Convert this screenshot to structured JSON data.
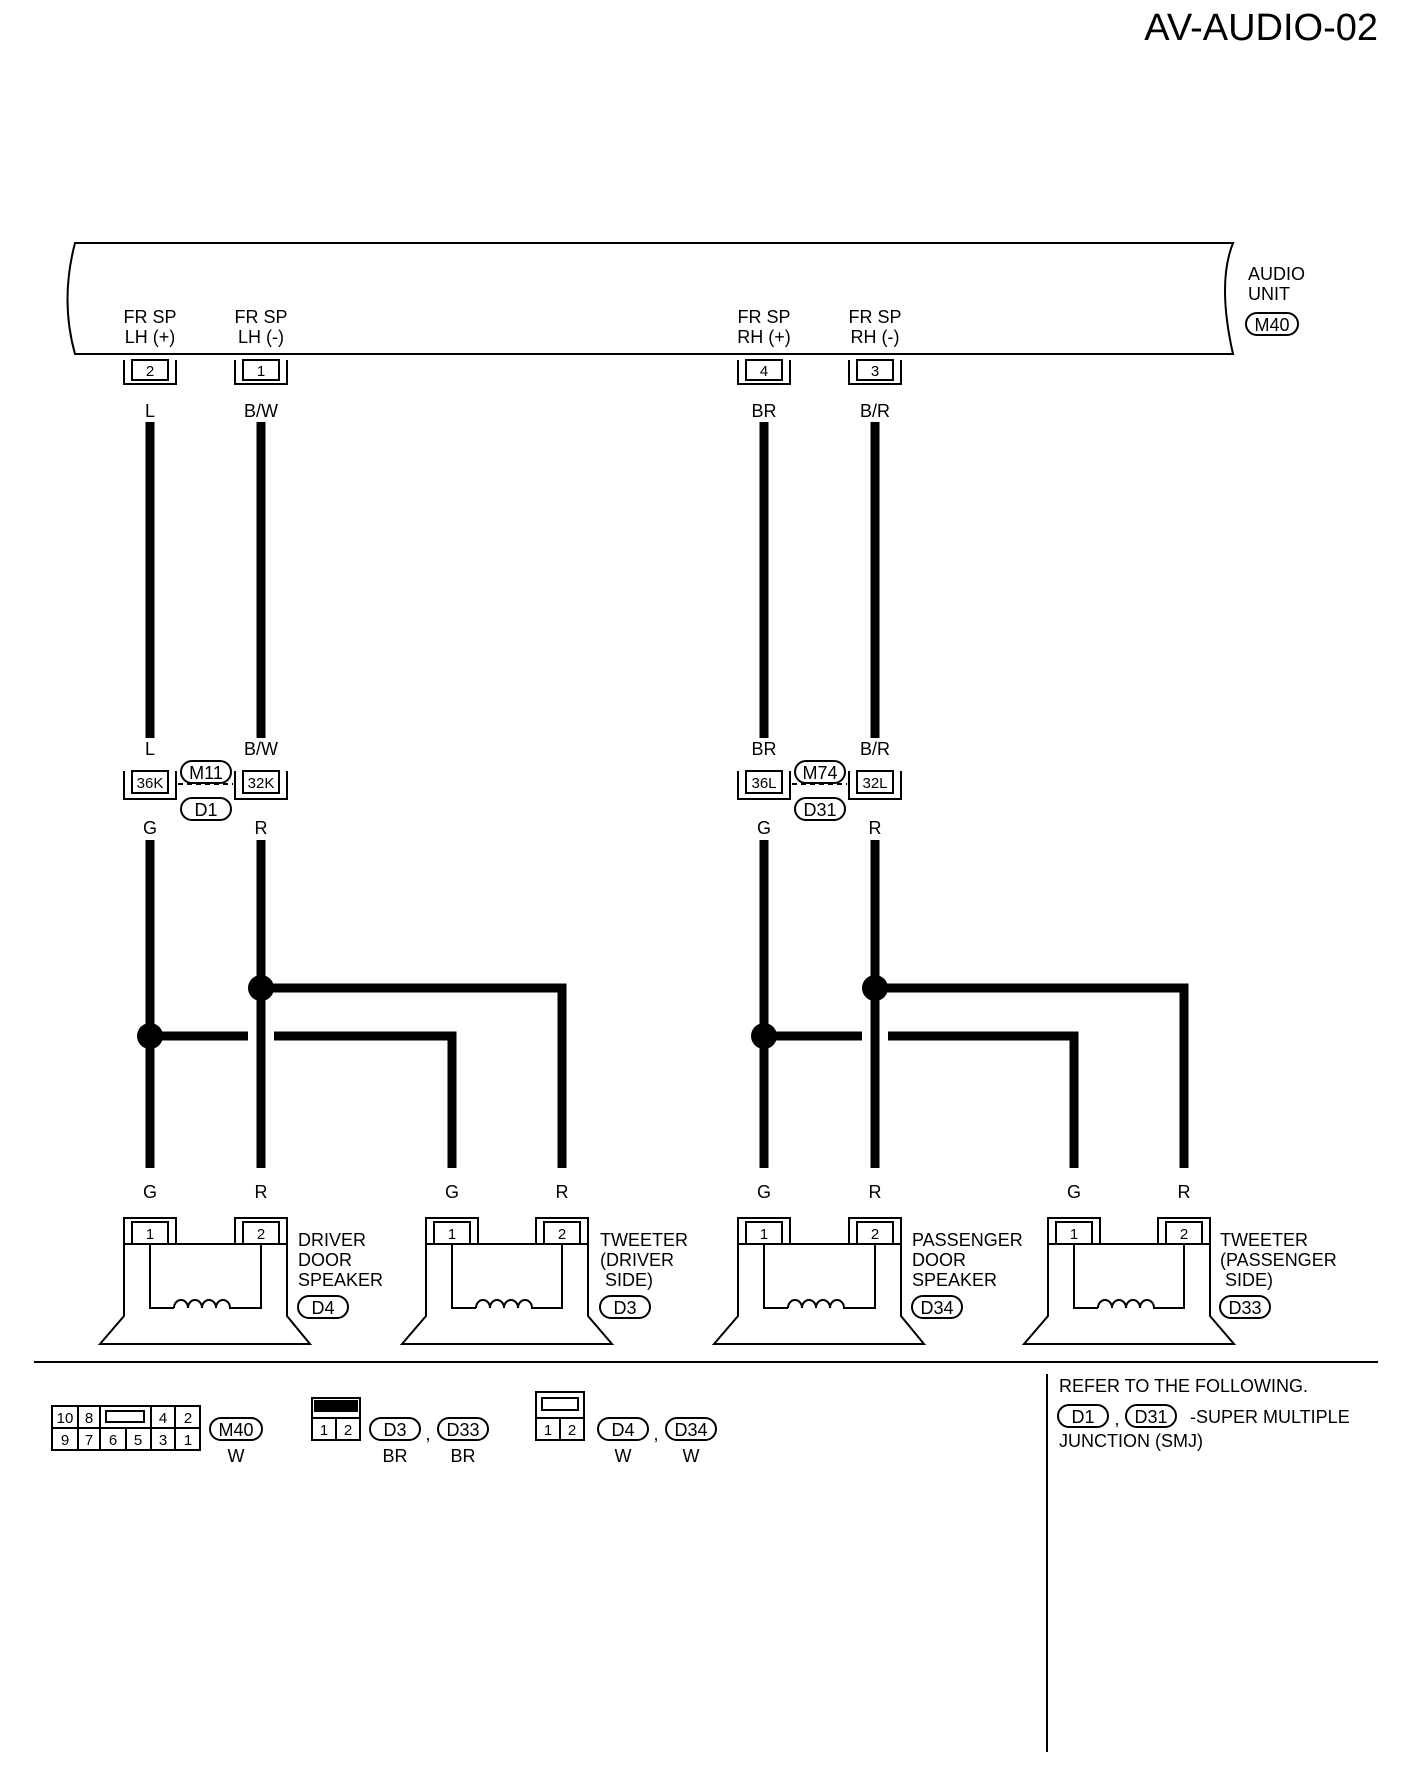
{
  "page_code": "AV-AUDIO-02",
  "audio_unit": {
    "name_lines": [
      "AUDIO",
      "UNIT"
    ],
    "connector": "M40",
    "terminals": [
      {
        "pin": "2",
        "name_lines": [
          "FR SP",
          "LH (+)"
        ],
        "wire": "L"
      },
      {
        "pin": "1",
        "name_lines": [
          "FR SP",
          "LH (-)"
        ],
        "wire": "B/W"
      },
      {
        "pin": "4",
        "name_lines": [
          "FR SP",
          "RH (+)"
        ],
        "wire": "BR"
      },
      {
        "pin": "3",
        "name_lines": [
          "FR SP",
          "RH (-)"
        ],
        "wire": "B/R"
      }
    ]
  },
  "junctions": [
    {
      "top_connector": "M11",
      "bottom_connector": "D1",
      "pins": [
        {
          "pin": "36K",
          "wire_in": "L",
          "wire_out": "G"
        },
        {
          "pin": "32K",
          "wire_in": "B/W",
          "wire_out": "R"
        }
      ]
    },
    {
      "top_connector": "M74",
      "bottom_connector": "D31",
      "pins": [
        {
          "pin": "36L",
          "wire_in": "BR",
          "wire_out": "G"
        },
        {
          "pin": "32L",
          "wire_in": "B/R",
          "wire_out": "R"
        }
      ]
    }
  ],
  "speakers": [
    {
      "name_lines": [
        "DRIVER",
        "DOOR",
        "SPEAKER"
      ],
      "connector": "D4",
      "pins": [
        {
          "pin": "1",
          "wire": "G"
        },
        {
          "pin": "2",
          "wire": "R"
        }
      ]
    },
    {
      "name_lines": [
        "TWEETER",
        "(DRIVER",
        " SIDE)"
      ],
      "connector": "D3",
      "pins": [
        {
          "pin": "1",
          "wire": "G"
        },
        {
          "pin": "2",
          "wire": "R"
        }
      ]
    },
    {
      "name_lines": [
        "PASSENGER",
        "DOOR",
        "SPEAKER"
      ],
      "connector": "D34",
      "pins": [
        {
          "pin": "1",
          "wire": "G"
        },
        {
          "pin": "2",
          "wire": "R"
        }
      ]
    },
    {
      "name_lines": [
        "TWEETER",
        "(PASSENGER",
        " SIDE)"
      ],
      "connector": "D33",
      "pins": [
        {
          "pin": "1",
          "wire": "G"
        },
        {
          "pin": "2",
          "wire": "R"
        }
      ]
    }
  ],
  "connector_views": {
    "m40": {
      "top_row": [
        "10",
        "8",
        "",
        "4",
        "2"
      ],
      "bottom_row": [
        "9",
        "7",
        "6",
        "5",
        "3",
        "1"
      ],
      "connector": "M40",
      "color": "W"
    },
    "d3_d33": {
      "pins": [
        "1",
        "2"
      ],
      "items": [
        {
          "connector": "D3",
          "color": "BR"
        },
        {
          "connector": "D33",
          "color": "BR"
        }
      ],
      "separator": ","
    },
    "d4_d34": {
      "pins": [
        "1",
        "2"
      ],
      "items": [
        {
          "connector": "D4",
          "color": "W"
        },
        {
          "connector": "D34",
          "color": "W"
        }
      ],
      "separator": ","
    }
  },
  "reference": {
    "heading": "REFER TO THE FOLLOWING.",
    "connectors": [
      "D1",
      "D31"
    ],
    "separator": ",",
    "description": "-SUPER MULTIPLE",
    "description_line2": "JUNCTION (SMJ)"
  }
}
